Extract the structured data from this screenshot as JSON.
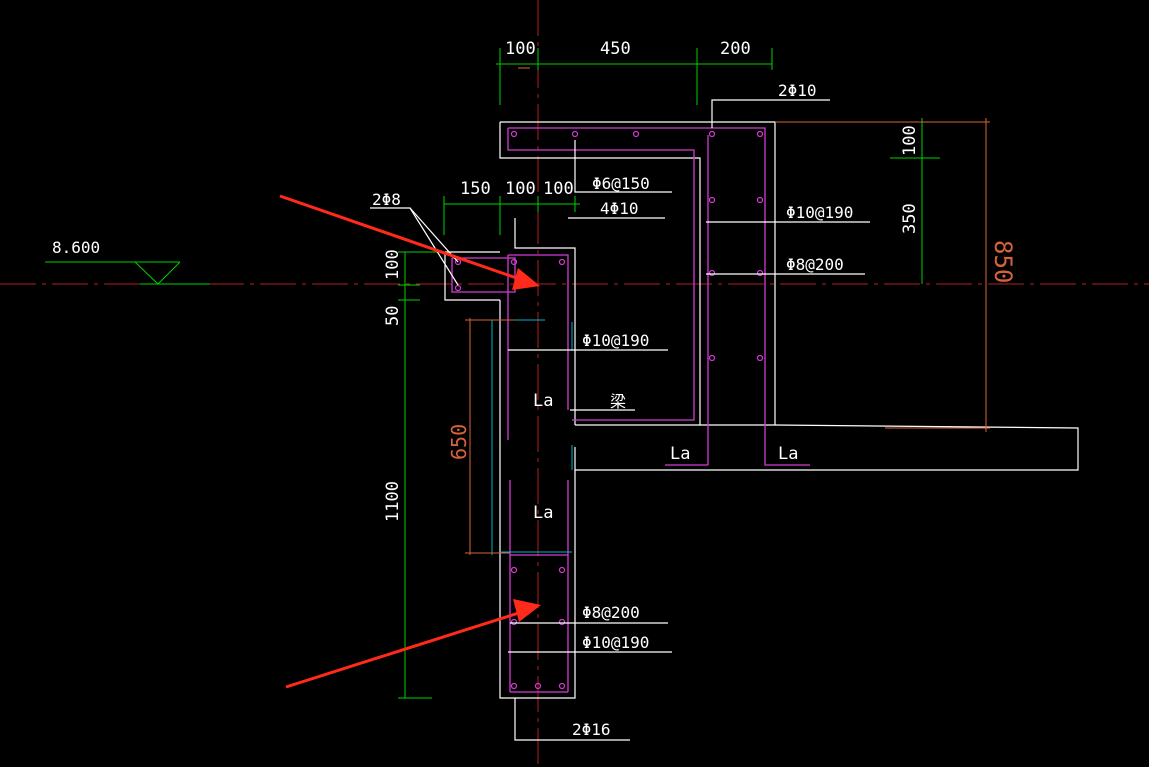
{
  "colors": {
    "background": "#000000",
    "outline": "#ffffff",
    "rebar": "#d23cd2",
    "dimension": "#00d000",
    "axis": "#b42020",
    "highlight_arrow": "#ff2a1a",
    "overall_dimension": "#d8633a"
  },
  "elevation": {
    "value": "8.600"
  },
  "dimensions": {
    "top_100": "100",
    "top_450": "450",
    "top_200": "200",
    "mid_150": "150",
    "mid_100a": "100",
    "mid_100b": "100",
    "left_100": "100",
    "left_50": "50",
    "left_1100": "1100",
    "inner_650": "650",
    "right_100": "100",
    "right_350": "350",
    "overall_850": "850"
  },
  "rebar_labels": {
    "top_2phi10": "2Φ10",
    "phi6_150": "Φ6@150",
    "four_phi10": "4Φ10",
    "two_phi8": "2Φ8",
    "phi10_190_right": "Φ10@190",
    "phi8_200_right": "Φ8@200",
    "phi10_190_upper": "Φ10@190",
    "beam_mark": "梁",
    "phi8_200_lower": "Φ8@200",
    "phi10_190_lower": "Φ10@190",
    "two_phi16": "2Φ16"
  },
  "anchorage_labels": {
    "la_upper": "La",
    "la_lower": "La",
    "la_bottom_left": "La",
    "la_bottom_right": "La"
  }
}
